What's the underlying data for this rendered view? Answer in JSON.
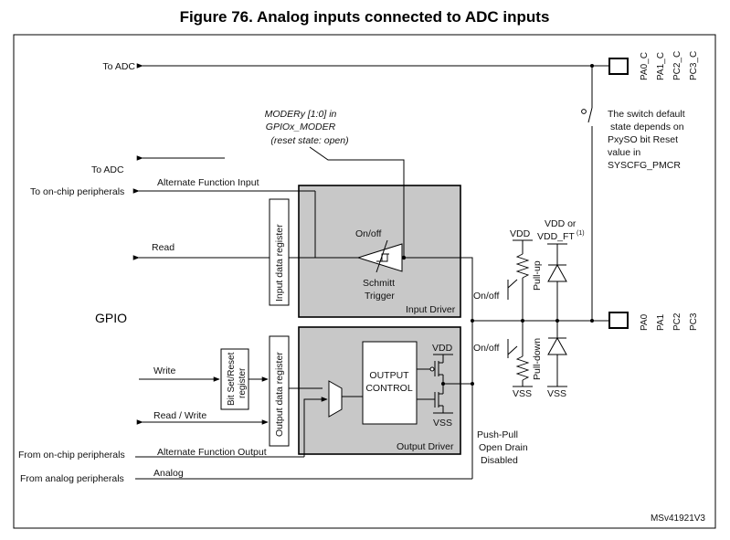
{
  "title": "Figure 76. Analog inputs connected to ADC inputs",
  "labels": {
    "to_adc_top": "To ADC",
    "to_adc_mid": "To ADC",
    "to_onchip_top": "To on-chip peripherals",
    "alt_func_input": "Alternate Function Input",
    "moder_line1": "MODERy [1:0] in",
    "moder_line2": "GPIOx_MODER",
    "moder_line3": "(reset state: open)",
    "read": "Read",
    "gpio": "GPIO",
    "write": "Write",
    "read_write": "Read / Write",
    "from_onchip": "From on-chip peripherals",
    "alt_func_output": "Alternate Function Output",
    "from_analog": "From analog peripherals",
    "analog": "Analog",
    "input_data_register": "Input data register",
    "output_data_register": "Output data register",
    "bit_set_reset_line1": "Bit Set/Reset",
    "bit_set_reset_line2": "register",
    "on_off_trigger": "On/off",
    "schmitt_line1": "Schmitt",
    "schmitt_line2": "Trigger",
    "input_driver": "Input Driver",
    "output_driver": "Output Driver",
    "output_control_line1": "OUTPUT",
    "output_control_line2": "CONTROL",
    "vdd_out": "VDD",
    "vss_out": "VSS",
    "push_pull": "Push-Pull",
    "open_drain": "Open Drain",
    "disabled": "Disabled",
    "vdd_pu": "VDD",
    "vdd_or_line1": "VDD or",
    "vdd_or_line2": "VDD_FT",
    "vdd_or_footnote": "(1)",
    "on_off_pu": "On/off",
    "pull_up": "Pull-up",
    "on_off_pd": "On/off",
    "pull_down": "Pull-down",
    "vss_pd": "VSS",
    "vss_diode": "VSS",
    "switch_note_line1": "The switch default",
    "switch_note_line2": "state depends on",
    "switch_note_line3": "PxySO bit Reset",
    "switch_note_line4": "value in",
    "switch_note_line5": "SYSCFG_PMCR",
    "pin_top_1": "PA0_C",
    "pin_top_2": "PA1_C",
    "pin_top_3": "PC2_C",
    "pin_top_4": "PC3_C",
    "pin_mid_1": "PA0",
    "pin_mid_2": "PA1",
    "pin_mid_3": "PC2",
    "pin_mid_4": "PC3",
    "code": "MSv41921V3"
  }
}
